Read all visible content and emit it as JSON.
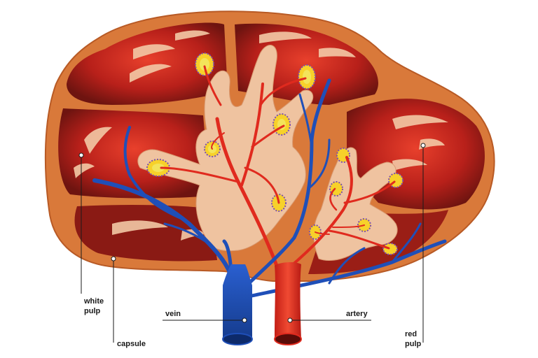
{
  "labels": {
    "white_pulp_line1": "white",
    "white_pulp_line2": "pulp",
    "capsule": "capsule",
    "vein": "vein",
    "artery": "artery",
    "red_pulp_line1": "red",
    "red_pulp_line2": "pulp"
  },
  "colors": {
    "capsule": "#d9793a",
    "red_pulp": "#c8261d",
    "red_pulp_dark": "#6e1410",
    "white_pulp": "#efc3a0",
    "follicle": "#f7d12a",
    "vein": "#1f4fb8",
    "artery": "#e02a1e"
  }
}
